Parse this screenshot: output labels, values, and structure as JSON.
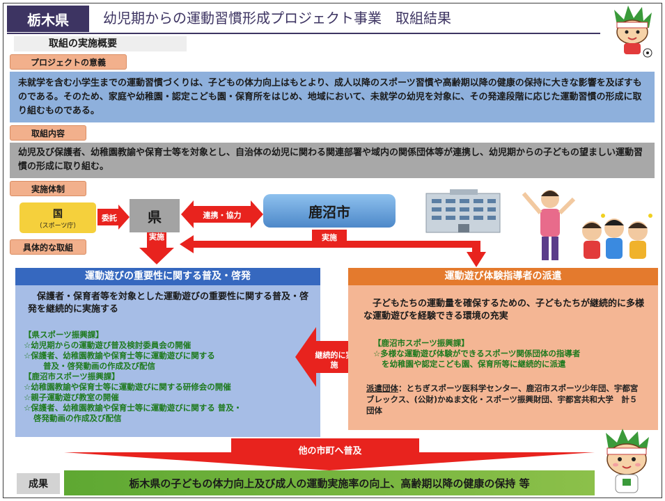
{
  "header": {
    "prefecture": "栃木県",
    "title": "幼児期からの運動習慣形成プロジェクト事業　取組結果"
  },
  "overview_label": "取組の実施概要",
  "significance": {
    "label": "プロジェクトの意義",
    "text": "未就学を含む小学生までの運動習慣づくりは、子どもの体力向上はもとより、成人以降のスポーツ習慣や高齢期以降の健康の保持に大きな影響を及ぼすものである。そのため、家庭や幼稚園・認定こども園・保育所をはじめ、地域において、未就学の幼児を対象に、その発達段階に応じた運動習慣の形成に取り組むものである。"
  },
  "content": {
    "label": "取組内容",
    "text": "幼児及び保護者、幼稚園教諭や保育士等を対象とし、自治体の幼児に関わる関連部署や域内の関係団体等が連携し、幼児期からの子どもの望ましい運動習慣の形成に取り組む。"
  },
  "structure": {
    "label": "実施体制",
    "kuni": "国",
    "kuni_sub": "（スポーツ庁）",
    "itaku": "委託",
    "ken": "県",
    "renkei": "連携・協力",
    "city": "鹿沼市",
    "jisshi_ken": "実施",
    "jisshi_city": "実施"
  },
  "specific_label": "具体的な取組",
  "left_panel": {
    "title": "運動遊びの重要性に関する普及・啓発",
    "lead": "保護者・保育者等を対象とした運動遊びの重要性に関する普及・啓発を継続的に実施する",
    "sec1": "【県スポーツ振興課】",
    "items1": [
      "☆幼児期からの運動遊び普及検討委員会の開催",
      "☆保護者、幼稚園教諭や保育士等に運動遊びに関する",
      "普及・啓発動画の作成及び配信"
    ],
    "sec2": "【鹿沼市スポーツ振興課】",
    "items2": [
      "☆幼稚園教諭や保育士等に運動遊びに関する研修会の開催",
      "☆親子運動遊び教室の開催",
      "☆保護者、幼稚園教諭や保育士等に運動遊びに関する 普及・",
      "啓発動画の作成及び配信"
    ]
  },
  "middle_arrow": "継続的に実施",
  "right_panel": {
    "title": "運動遊び体験指導者の派遣",
    "lead": "子どもたちの運動量を確保するための、子どもたちが継続的に多様な運動遊びを経験できる環境の充実",
    "sec": "【鹿沼市スポーツ振興課】",
    "items": [
      "☆多様な運動遊び体験ができるスポーツ関係団体の指導者",
      "を幼稚園や認定こども園、保育所等に継続的に派遣"
    ],
    "dispatch_label": "派遣団体",
    "dispatch_text": "：とちぎスポーツ医科学センター、鹿沼市スポーツ少年団、宇都宮ブレックス、(公財)かぬま文化・スポーツ振興財団、宇都宮共和大学　計５団体"
  },
  "spread": "他の市町へ普及",
  "result": {
    "label": "成果",
    "text": "栃木県の子どもの体力向上及び成人の運動実施率の向上、高齢期以降の健康の保持 等"
  },
  "colors": {
    "header": "#3d3462",
    "arrow_red": "#e8231e",
    "left_panel": "#3668bf",
    "right_panel": "#e47a2d",
    "result": "#5ea832"
  }
}
